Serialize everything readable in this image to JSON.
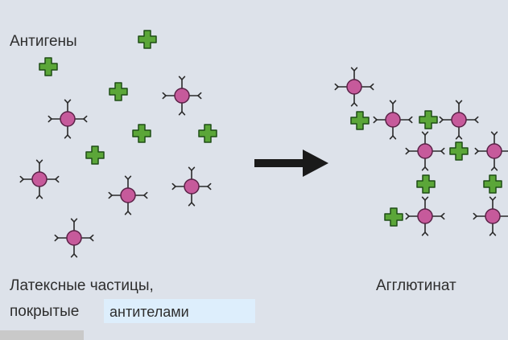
{
  "labels": {
    "antigens": "Антигены",
    "latex_line1": "Латексные частицы,",
    "latex_line2": "покрытые",
    "antibodies": "антителами",
    "agglutinate": "Агглютинат"
  },
  "colors": {
    "background": "#dde2ea",
    "antigen_fill": "#5ba638",
    "antigen_stroke": "#1e4d16",
    "particle_fill": "#c65a9b",
    "particle_stroke": "#5a2247",
    "antibody_line": "#2a2a2a",
    "arrow": "#1a1a1a",
    "highlight": "#ddeefc"
  }
}
